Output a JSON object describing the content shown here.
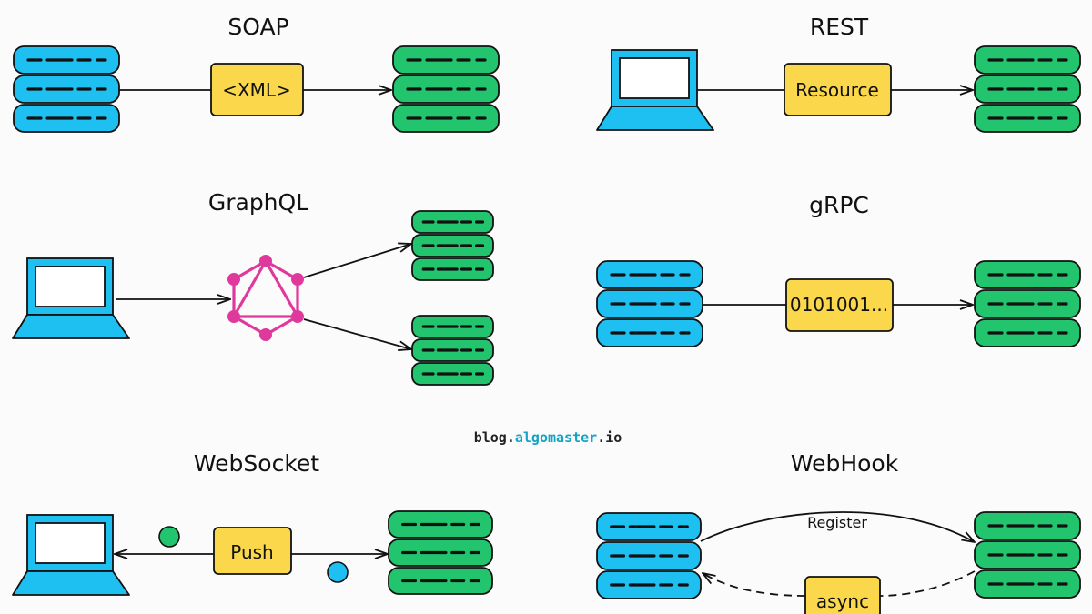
{
  "colors": {
    "client": "#1ec0f2",
    "server": "#22c46e",
    "message": "#fbd84b",
    "graphql": "#e0399d",
    "outline": "#111111",
    "watermark_dark": "#222222",
    "watermark_accent": "#14a3c7"
  },
  "icons": {
    "client_laptop": "laptop-icon",
    "client_server": "server-stack-icon",
    "server": "server-stack-icon",
    "graphql": "graphql-logo-icon"
  },
  "sections": {
    "soap": {
      "title": "SOAP",
      "message": "<XML>"
    },
    "rest": {
      "title": "REST",
      "message": "Resource"
    },
    "graphql": {
      "title": "GraphQL"
    },
    "grpc": {
      "title": "gRPC",
      "message": "0101001..."
    },
    "websocket": {
      "title": "WebSocket",
      "message": "Push"
    },
    "webhook": {
      "title": "WebHook",
      "register_label": "Register",
      "message": "async"
    }
  },
  "watermark": {
    "part1": "blog.",
    "part2": "algomaster",
    "part3": ".io"
  }
}
